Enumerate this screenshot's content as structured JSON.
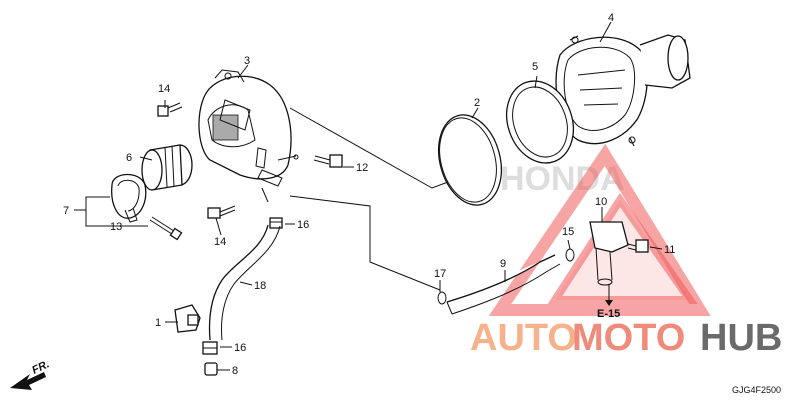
{
  "diagram": {
    "callouts": [
      "1",
      "2",
      "3",
      "4",
      "5",
      "6",
      "7",
      "8",
      "9",
      "10",
      "11",
      "12",
      "13",
      "14",
      "14",
      "15",
      "16",
      "16",
      "17",
      "18"
    ],
    "reference": "E-15",
    "front_marker": "FR.",
    "drawing_code": "GJG4F2500"
  },
  "watermark": {
    "brand_auto": "AUTO",
    "brand_moto": "MOTO",
    "brand_hub": "HUB",
    "ghost_text": "HONDA",
    "colors": {
      "auto": "#f6b28a",
      "moto": "#f08a7a",
      "hub": "#6a6a6a",
      "triangle": "#f05a5a"
    }
  }
}
